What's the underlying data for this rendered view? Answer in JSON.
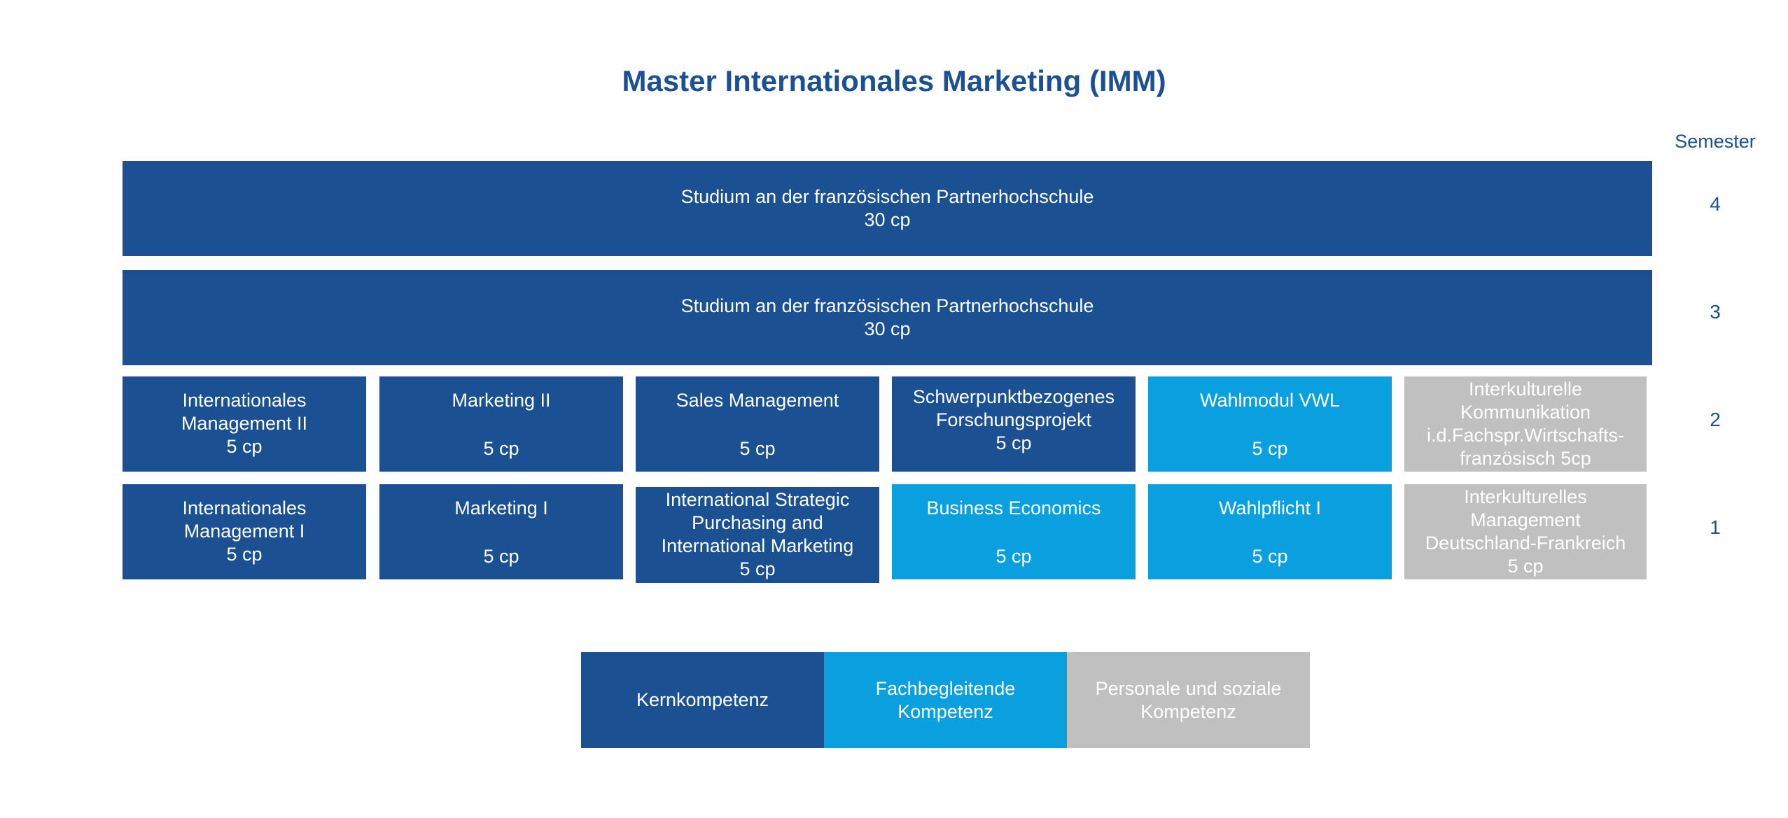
{
  "title": "Master Internationales Marketing  (IMM)",
  "semester_header": "Semester",
  "semesters": [
    "4",
    "3",
    "2",
    "1"
  ],
  "rows": {
    "sem4": {
      "name": "Studium an der französischen Partnerhochschule",
      "cp": "30 cp"
    },
    "sem3": {
      "name": "Studium an der französischen Partnerhochschule",
      "cp": "30 cp"
    },
    "sem2": [
      {
        "line1": "Internationales",
        "line2": "Management II",
        "cp": "5 cp",
        "category": "core"
      },
      {
        "line1": "Marketing II",
        "cp": "5 cp",
        "category": "core"
      },
      {
        "line1": "Sales Management",
        "cp": "5 cp",
        "category": "core"
      },
      {
        "line1": "Schwerpunktbezogenes",
        "line2": "Forschungsprojekt",
        "cp": "5 cp",
        "category": "core"
      },
      {
        "line1": "Wahlmodul VWL",
        "cp": "5 cp",
        "category": "professional"
      },
      {
        "line1": "Interkulturelle",
        "line2": "Kommunikation",
        "line3": "i.d.Fachspr.Wirtschafts-",
        "line4": "französisch 5cp",
        "category": "personal"
      }
    ],
    "sem1": [
      {
        "line1": "Internationales",
        "line2": "Management I",
        "cp": "5 cp",
        "category": "core"
      },
      {
        "line1": "Marketing I",
        "cp": "5 cp",
        "category": "core"
      },
      {
        "line1": "International Strategic",
        "line2": "Purchasing and",
        "line3": "International Marketing",
        "cp": "5 cp",
        "category": "core"
      },
      {
        "line1": "Business Economics",
        "cp": "5 cp",
        "category": "professional"
      },
      {
        "line1": "Wahlpflicht I",
        "cp": "5 cp",
        "category": "professional"
      },
      {
        "line1": "Interkulturelles",
        "line2": "Management",
        "line3": "Deutschland-Frankreich",
        "cp": "5 cp",
        "category": "personal"
      }
    ]
  },
  "legend": {
    "core": {
      "line1": "Kernkompetenz"
    },
    "professional": {
      "line1": "Fachbegleitende",
      "line2": "Kompetenz"
    },
    "personal": {
      "line1": "Personale und soziale",
      "line2": "Kompetenz"
    }
  },
  "colors": {
    "core": "#1b5192",
    "professional": "#0aa0e0",
    "personal": "#c0c0c0",
    "text_accent": "#1b5192"
  }
}
